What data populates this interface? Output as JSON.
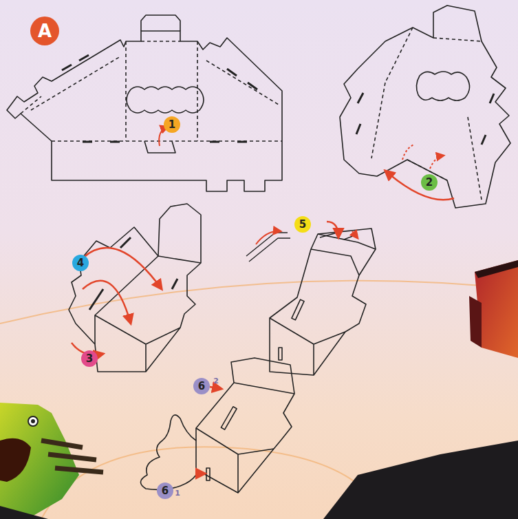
{
  "diagram": {
    "labels": [
      "A",
      "1",
      "2",
      "4",
      "5",
      "3",
      "6",
      "2",
      "6",
      "1"
    ]
  }
}
